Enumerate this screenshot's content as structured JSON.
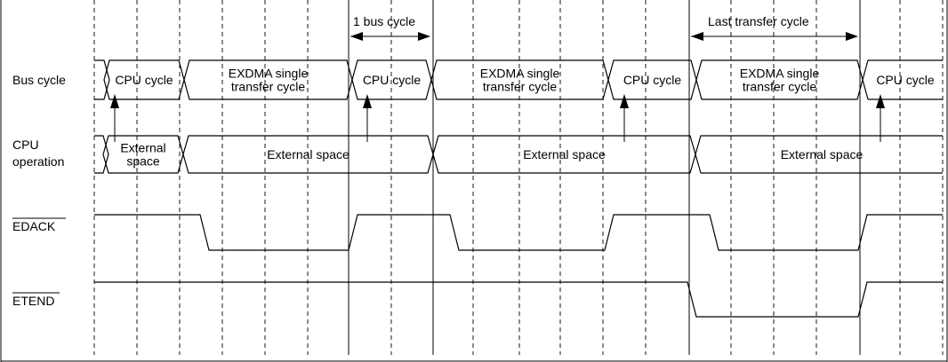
{
  "signals": {
    "bus_cycle": "Bus cycle",
    "cpu_operation": [
      "CPU",
      "operation"
    ],
    "edack": "EDACK",
    "etend": "ETEND"
  },
  "bus_cycle_segments": [
    {
      "lines": [
        "CPU cycle"
      ]
    },
    {
      "lines": [
        "EXDMA single",
        "transfer cycle"
      ]
    },
    {
      "lines": [
        "CPU cycle"
      ]
    },
    {
      "lines": [
        "EXDMA single",
        "transfer cycle"
      ]
    },
    {
      "lines": [
        "CPU cycle"
      ]
    },
    {
      "lines": [
        "EXDMA single",
        "transfer cycle"
      ]
    },
    {
      "lines": [
        "CPU cycle"
      ]
    }
  ],
  "cpu_operation_segments": [
    {
      "lines": [
        "External",
        "space"
      ]
    },
    {
      "lines": [
        "External space"
      ]
    },
    {
      "lines": [
        "External space"
      ]
    },
    {
      "lines": [
        "External space"
      ]
    }
  ],
  "annotations": {
    "one_bus_cycle": "1 bus cycle",
    "last_transfer_cycle": "Last transfer cycle"
  }
}
